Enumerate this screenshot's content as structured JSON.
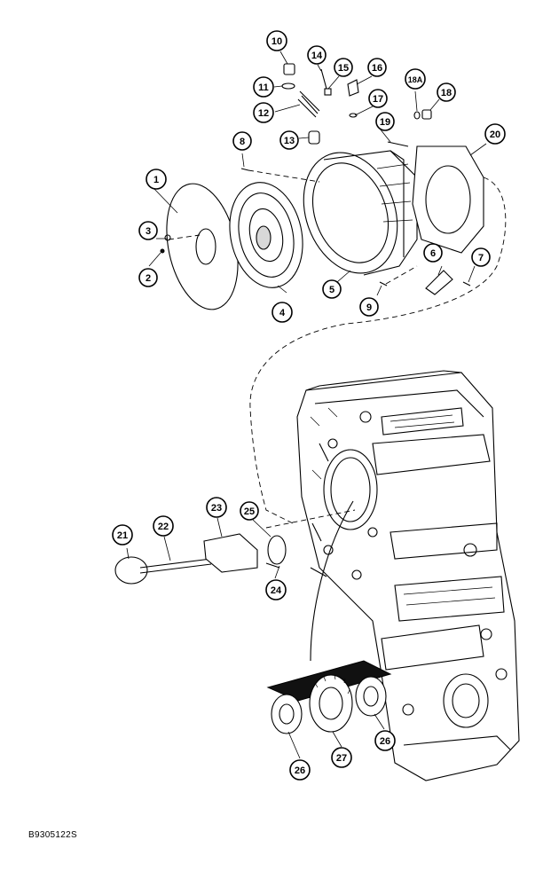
{
  "figure": {
    "id": "B9305122S"
  },
  "callouts": [
    {
      "label": "1"
    },
    {
      "label": "2"
    },
    {
      "label": "3"
    },
    {
      "label": "4"
    },
    {
      "label": "5"
    },
    {
      "label": "6"
    },
    {
      "label": "7"
    },
    {
      "label": "8"
    },
    {
      "label": "9"
    },
    {
      "label": "10"
    },
    {
      "label": "11"
    },
    {
      "label": "12"
    },
    {
      "label": "13"
    },
    {
      "label": "14"
    },
    {
      "label": "15"
    },
    {
      "label": "16"
    },
    {
      "label": "17"
    },
    {
      "label": "18A"
    },
    {
      "label": "18"
    },
    {
      "label": "19"
    },
    {
      "label": "20"
    },
    {
      "label": "21"
    },
    {
      "label": "22"
    },
    {
      "label": "23"
    },
    {
      "label": "24"
    },
    {
      "label": "25"
    },
    {
      "label": "26"
    },
    {
      "label": "27"
    },
    {
      "label": "26"
    }
  ]
}
